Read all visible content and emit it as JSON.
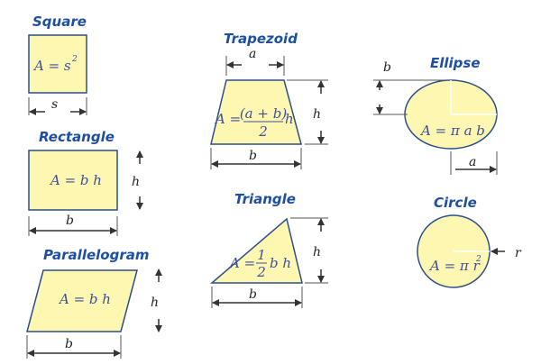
{
  "colors": {
    "shape_fill": "#fdf7b2",
    "shape_stroke": "#2c4f8c",
    "title": "#1f4fa0",
    "formula": "#3f4f9a",
    "dimension": "#333333"
  },
  "shapes": {
    "square": {
      "title": "Square",
      "formula": "A = s",
      "formula_sup": "2",
      "dim_label": "s"
    },
    "rectangle": {
      "title": "Rectangle",
      "formula": "A = b h",
      "width_label": "b",
      "height_label": "h"
    },
    "parallelogram": {
      "title": "Parallelogram",
      "formula": "A = b h",
      "width_label": "b",
      "height_label": "h"
    },
    "trapezoid": {
      "title": "Trapezoid",
      "formula_prefix": "A =",
      "formula_numerator": "(a + b)",
      "formula_denominator": "2",
      "formula_suffix": "h",
      "top_label": "a",
      "bottom_label": "b",
      "height_label": "h"
    },
    "triangle": {
      "title": "Triangle",
      "formula_prefix": "A =",
      "formula_numerator": "1",
      "formula_denominator": "2",
      "formula_suffix": "b h",
      "base_label": "b",
      "height_label": "h"
    },
    "ellipse": {
      "title": "Ellipse",
      "formula": "A = π a b",
      "a_label": "a",
      "b_label": "b"
    },
    "circle": {
      "title": "Circle",
      "formula": "A = π r",
      "formula_sup": "2",
      "r_label": "r"
    }
  }
}
